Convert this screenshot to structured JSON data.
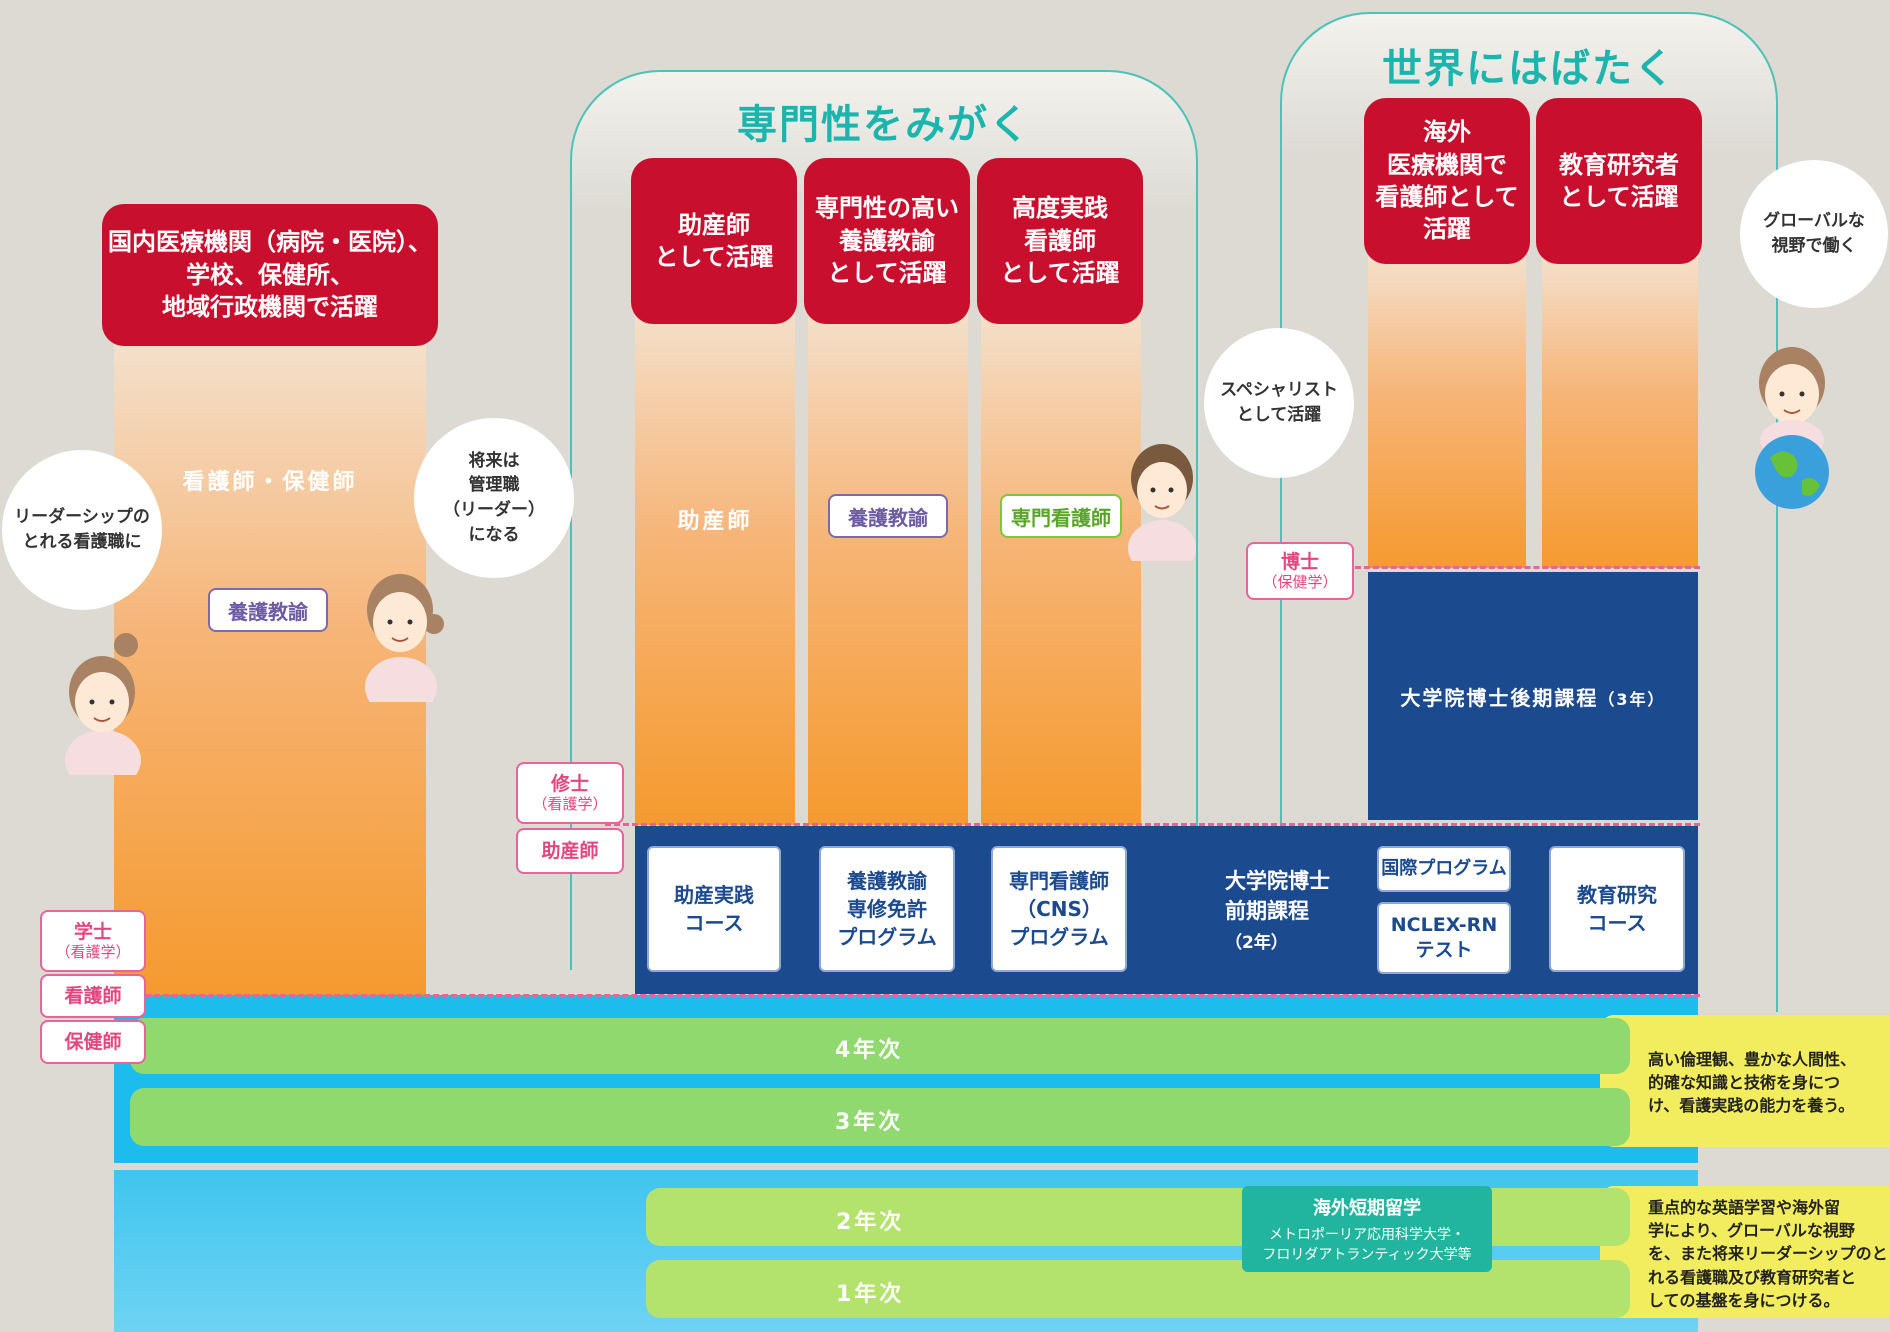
{
  "sections": {
    "specialty_title": "専門性をみがく",
    "global_title": "世界にはばたく"
  },
  "careers": {
    "domestic": "国内医療機関（病院・医院）、\n学校、保健所、\n地域行政機関で活躍",
    "midwife": "助産師\nとして活躍",
    "yogo": "専門性の高い\n養護教諭\nとして活躍",
    "advanced": "高度実践\n看護師\nとして活躍",
    "overseas": "海外\n医療機関で\n看護師として\n活躍",
    "research": "教育研究者\nとして活躍"
  },
  "columns": {
    "nurse_phn": "看護師・保健師",
    "yogo_tag_left": "養護教諭",
    "midwife": "助産師",
    "yogo_tag": "養護教諭",
    "cns_tag": "専門看護師"
  },
  "bubbles": {
    "leader": "リーダーシップの\nとれる看護職に",
    "manager": "将来は\n管理職\n（リーダー）\nになる",
    "specialist": "スペシャリスト\nとして活躍",
    "global": "グローバルな\n視野で働く"
  },
  "degrees": {
    "doctor_main": "博士",
    "doctor_sub": "（保健学）",
    "master_main": "修士",
    "master_sub": "（看護学）",
    "midwife_license": "助産師",
    "bachelor_main": "学士",
    "bachelor_sub": "（看護学）",
    "nurse_license": "看護師",
    "phn_license": "保健師"
  },
  "graduate": {
    "doctoral_main": "大学院博士後期課程",
    "doctoral_years": "（3年）",
    "master_line1": "大学院博士",
    "master_line2": "前期課程",
    "master_years": "（2年）",
    "course_midwife": "助産実践\nコース",
    "course_yogo": "養護教諭\n専修免許\nプログラム",
    "course_cns": "専門看護師\n（CNS）\nプログラム",
    "course_intl": "国際プログラム",
    "course_nclex": "NCLEX-RN\nテスト",
    "course_research": "教育研究\nコース"
  },
  "undergrad": {
    "year4": "4年次",
    "year3": "3年次",
    "year2": "2年次",
    "year1": "1年次",
    "study_abroad_title": "海外短期留学",
    "study_abroad_sub1": "メトロポーリア応用科学大学・",
    "study_abroad_sub2": "フロリダアトランティック大学等"
  },
  "notes": {
    "upper": "高い倫理観、豊かな人間性、\n的確な知識と技術を身につ\nけ、看護実践の能力を養う。",
    "lower": "重点的な英語学習や海外留\n学により、グローバルな視野\nを、また将来リーダーシップのと\nれる看護職及び教育研究者と\nしての基盤を身につける。"
  },
  "colors": {
    "red": "#c8102e",
    "navy": "#1c4a8e",
    "teal": "#1bb5ad",
    "pink": "#e6649a",
    "green": "#8fd96f",
    "cyan": "#3fc5ee",
    "yellow": "#f2ed5e"
  }
}
